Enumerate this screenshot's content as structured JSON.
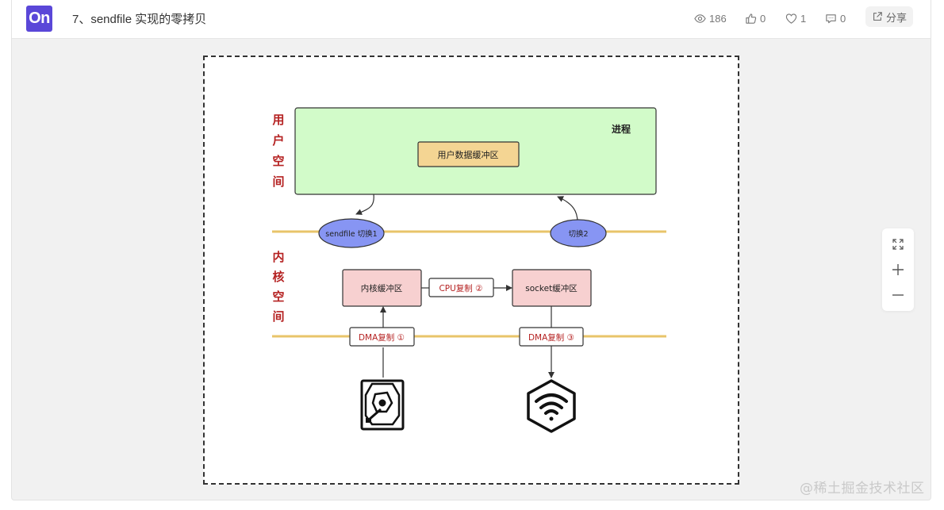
{
  "app": {
    "logo_text": "On",
    "brand_color": "#5a47d8"
  },
  "doc": {
    "title": "7、sendfile 实现的零拷贝"
  },
  "stats": {
    "views": "186",
    "likes": "0",
    "favorites": "1",
    "comments": "0"
  },
  "share_label": "分享",
  "zoom_controls": {
    "fit_icon": "fit-screen-icon",
    "zoom_in_icon": "plus-icon",
    "zoom_out_icon": "minus-icon"
  },
  "diagram": {
    "user_space_label": [
      "用",
      "户",
      "空",
      "间"
    ],
    "kernel_space_label": [
      "内",
      "核",
      "空",
      "间"
    ],
    "process_label": "进程",
    "user_buffer": "用户数据缓冲区",
    "switch1": "sendfile 切换1",
    "switch2": "切换2",
    "kernel_buffer": "内核缓冲区",
    "cpu_copy": "CPU复制 ②",
    "socket_buffer": "socket缓冲区",
    "dma_copy1": "DMA复制 ①",
    "dma_copy3": "DMA复制 ③",
    "disk_icon": "hard-disk-icon",
    "network_icon": "wifi-hexagon-icon",
    "colors": {
      "process_fill": "#d2fbc9",
      "user_buffer_fill": "#f4d593",
      "kernel_box_fill": "#f7d0d0",
      "switch_fill": "#8795f3",
      "boundary_line": "#e8c46a",
      "space_label": "#b52222",
      "copy_text": "#b52222"
    }
  },
  "watermark": "@稀土掘金技术社区"
}
